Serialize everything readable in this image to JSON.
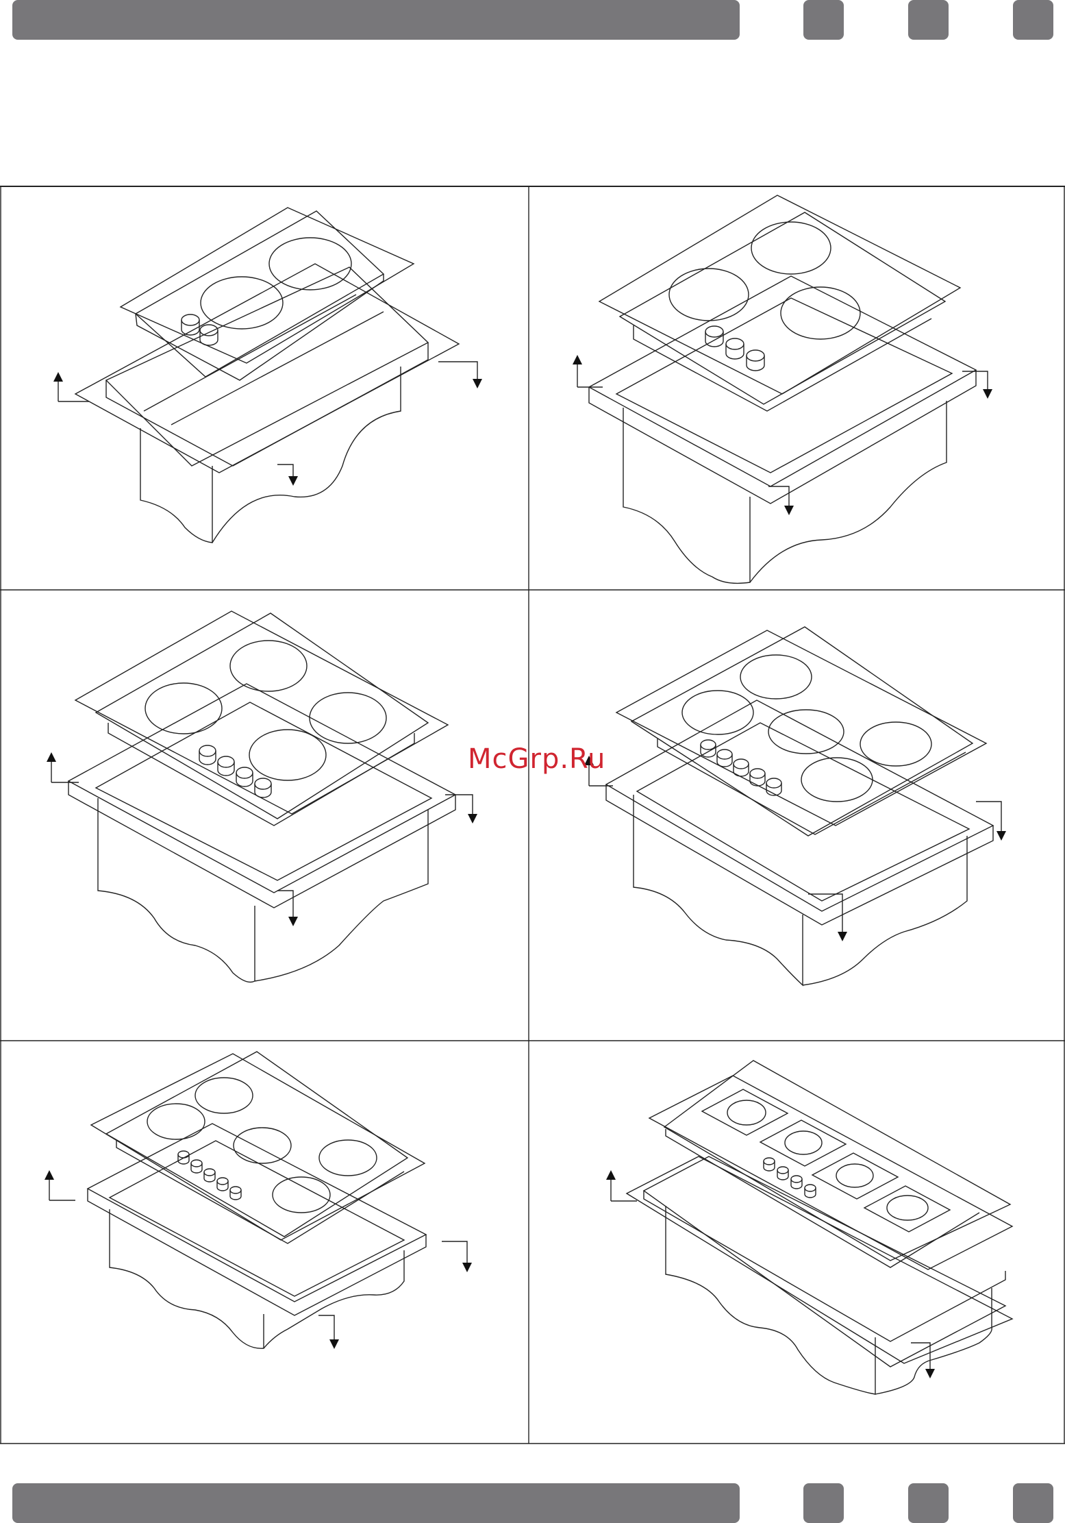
{
  "header_bars": [
    "main-bar",
    "tab-1",
    "tab-2",
    "tab-3"
  ],
  "footer_bars": [
    "main-bar",
    "tab-1",
    "tab-2",
    "tab-3"
  ],
  "watermark": "McGrp.Ru",
  "colors": {
    "bar": "#78777a",
    "line": "#222222",
    "watermark": "#d02530"
  },
  "panels": [
    {
      "id": "panel-1",
      "burners": 2,
      "knobs": 2
    },
    {
      "id": "panel-2",
      "burners": 3,
      "knobs": 3
    },
    {
      "id": "panel-3",
      "burners": 4,
      "knobs": 4
    },
    {
      "id": "panel-4",
      "burners": 5,
      "knobs": 5
    },
    {
      "id": "panel-5",
      "burners": 5,
      "knobs": 5
    },
    {
      "id": "panel-6",
      "burners": 4,
      "knobs": 4
    }
  ]
}
